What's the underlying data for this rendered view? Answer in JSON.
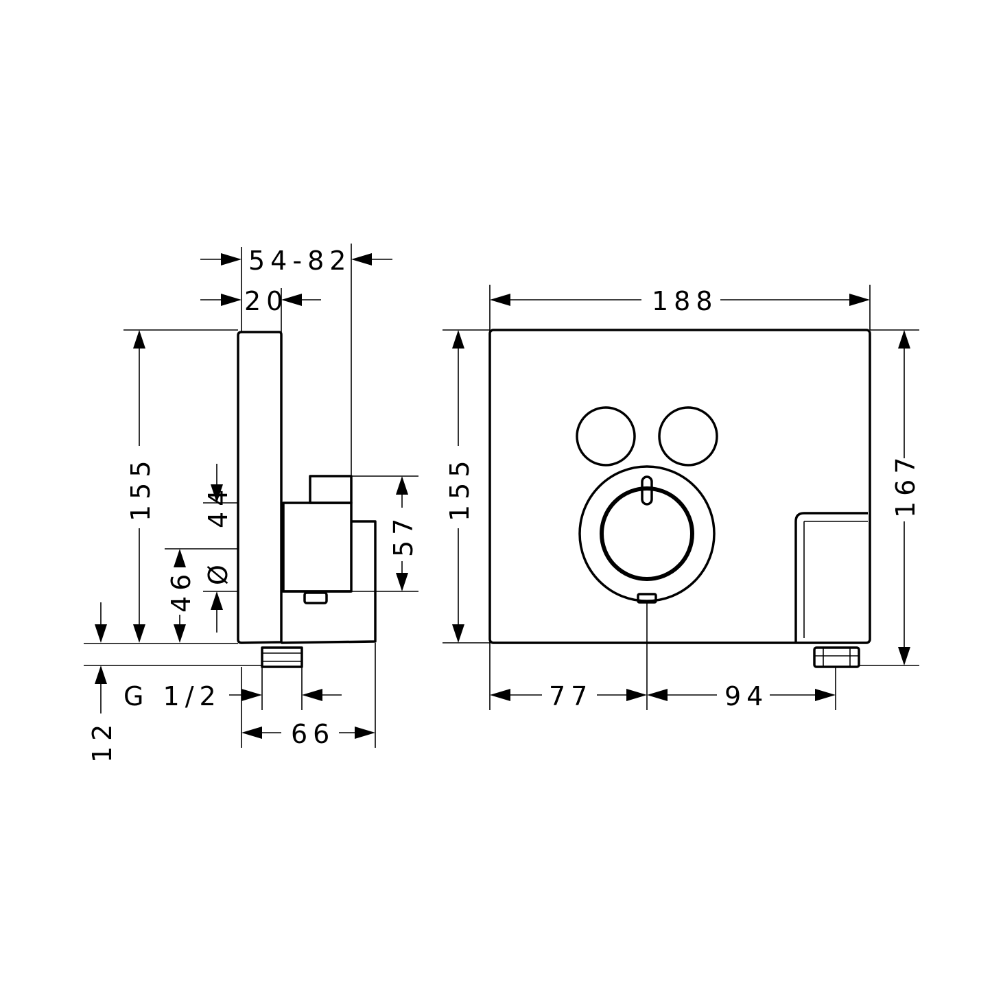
{
  "drawing": {
    "side_view": {
      "dims": {
        "depth_range": "54-82",
        "plate_thickness": "20",
        "height": "155",
        "diameter_symbol": "Ø",
        "diameter": "44",
        "offset_46": "46",
        "body_57": "57",
        "fitting_12": "12",
        "thread": "G 1/2",
        "depth_66": "66"
      }
    },
    "front_view": {
      "dims": {
        "width": "188",
        "height": "155",
        "total_height": "167",
        "left_77": "77",
        "right_94": "94"
      }
    },
    "colors": {
      "line": "#000000",
      "background": "#ffffff"
    }
  }
}
